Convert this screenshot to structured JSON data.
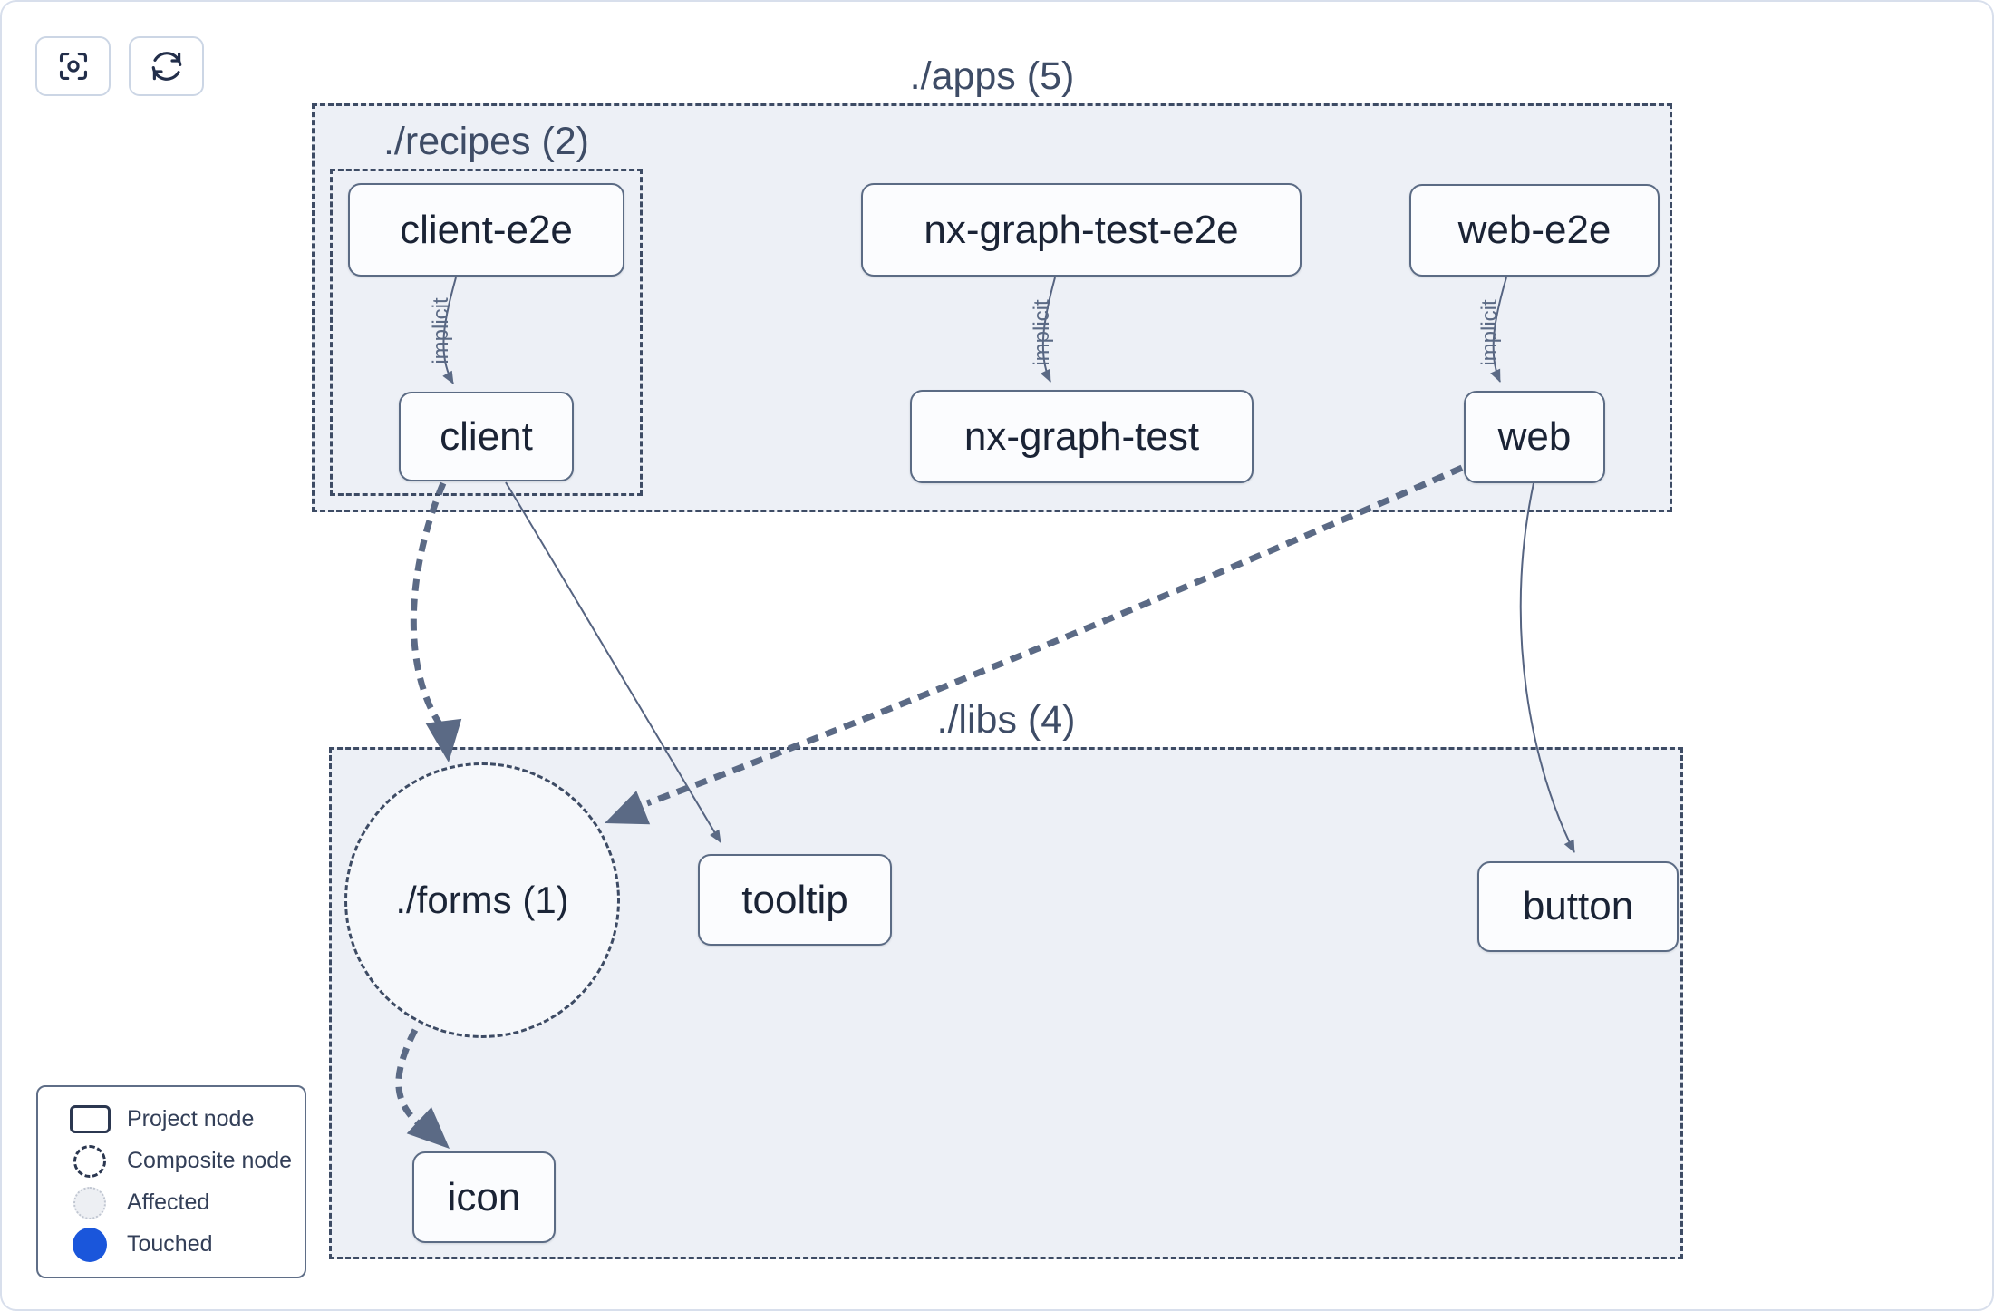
{
  "toolbar": {
    "focus_button": {
      "icon": "focus-crosshair"
    },
    "refresh_button": {
      "icon": "refresh-cycle"
    }
  },
  "groups": {
    "apps": {
      "label": "./apps (5)"
    },
    "recipes": {
      "label": "./recipes (2)"
    },
    "libs": {
      "label": "./libs (4)"
    },
    "forms": {
      "label": "./forms (1)"
    }
  },
  "nodes": {
    "client_e2e": "client-e2e",
    "nx_graph_test_e2e": "nx-graph-test-e2e",
    "web_e2e": "web-e2e",
    "client": "client",
    "nx_graph_test": "nx-graph-test",
    "web": "web",
    "tooltip": "tooltip",
    "button": "button",
    "icon": "icon"
  },
  "edges": [
    {
      "from": "client-e2e",
      "to": "client",
      "label": "implicit",
      "style": "solid"
    },
    {
      "from": "nx-graph-test-e2e",
      "to": "nx-graph-test",
      "label": "implicit",
      "style": "solid"
    },
    {
      "from": "web-e2e",
      "to": "web",
      "label": "implicit",
      "style": "solid"
    },
    {
      "from": "client",
      "to": "./forms",
      "label": "",
      "style": "thick-dashed"
    },
    {
      "from": "client",
      "to": "tooltip",
      "label": "",
      "style": "solid"
    },
    {
      "from": "web",
      "to": "./forms",
      "label": "",
      "style": "thick-dashed"
    },
    {
      "from": "web",
      "to": "button",
      "label": "",
      "style": "solid"
    },
    {
      "from": "./forms",
      "to": "icon",
      "label": "",
      "style": "thick-dashed"
    }
  ],
  "legend": {
    "items": [
      {
        "label": "Project node",
        "swatch": "project-rect"
      },
      {
        "label": "Composite node",
        "swatch": "composite-circle"
      },
      {
        "label": "Affected",
        "swatch": "affected-circle"
      },
      {
        "label": "Touched",
        "swatch": "touched-circle",
        "color": "#1a56db",
        "swatch_style": "background:#1a56db"
      }
    ]
  },
  "colors": {
    "touched_blue": "#1a56db",
    "group_fill": "#edf0f6",
    "group_border": "#3d4b64",
    "node_fill": "#fbfcfe",
    "node_border": "#5b6b84",
    "edge": "#5b6a85",
    "node_text": "#1a2335",
    "label_text": "#3e4c66",
    "page_border": "#d8dfec"
  }
}
